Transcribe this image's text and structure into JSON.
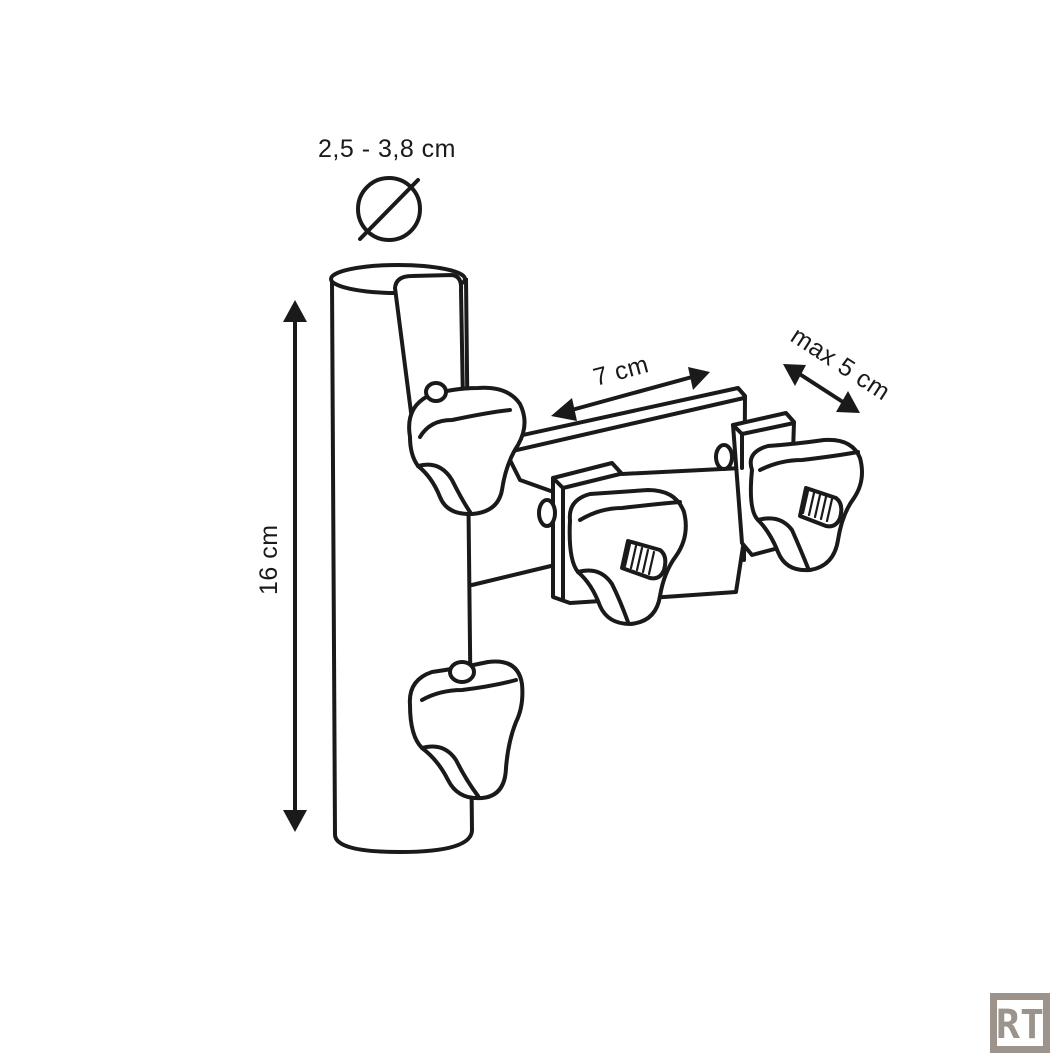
{
  "diagram": {
    "diameter_label": "2,5 -   3,8   cm",
    "diameter_symbol": "⌀",
    "height_label": "16 cm",
    "plate_width_label": "7 cm",
    "clamp_label": "max 5 cm"
  },
  "colors": {
    "stroke": "#1a1a1a",
    "background": "#ffffff",
    "logo": "#9c948c"
  },
  "logo": {
    "text": "RT"
  }
}
